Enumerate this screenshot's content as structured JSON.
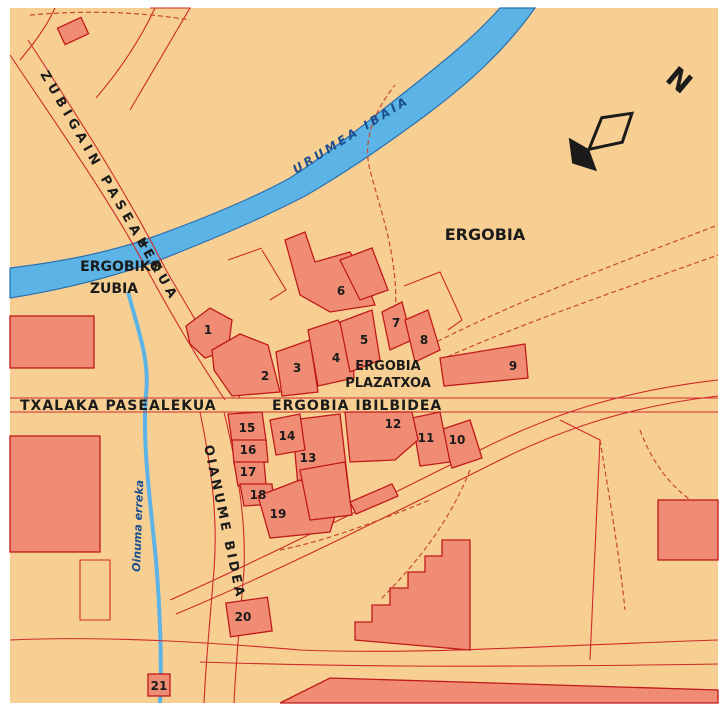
{
  "map": {
    "colors": {
      "land": "#f8cf92",
      "water": "#5cb4e6",
      "building": "#f08c74",
      "building_stroke": "#c01a1a",
      "road": "#cf2a2a",
      "path": "#c64a2a",
      "text": "#1b1b1b"
    },
    "labels": {
      "zubigain_pasealekua": "ZUBIGAIN PASEALEKUA",
      "ergobiko": "ERGOBIKO",
      "zubia": "ZUBIA",
      "urumea_ibaia": "URUMEA IBAIA",
      "ergobia_district": "ERGOBIA",
      "txalaka_pasealekua": "TXALAKA PASEALEKUA",
      "ergobia_ibilbidea": "ERGOBIA IBILBIDEA",
      "ergobia": "ERGOBIA",
      "plazatxoa": "PLAZATXOA",
      "oianume_bidea": "OIANUME BIDEA",
      "oinuma_erreka": "Oinuma erreka"
    },
    "compass": {
      "north_letter": "N",
      "icon": "north-arrow-icon"
    },
    "building_numbers": [
      "1",
      "2",
      "3",
      "4",
      "5",
      "6",
      "7",
      "8",
      "9",
      "10",
      "11",
      "12",
      "13",
      "14",
      "15",
      "16",
      "17",
      "18",
      "19",
      "20",
      "21"
    ]
  }
}
